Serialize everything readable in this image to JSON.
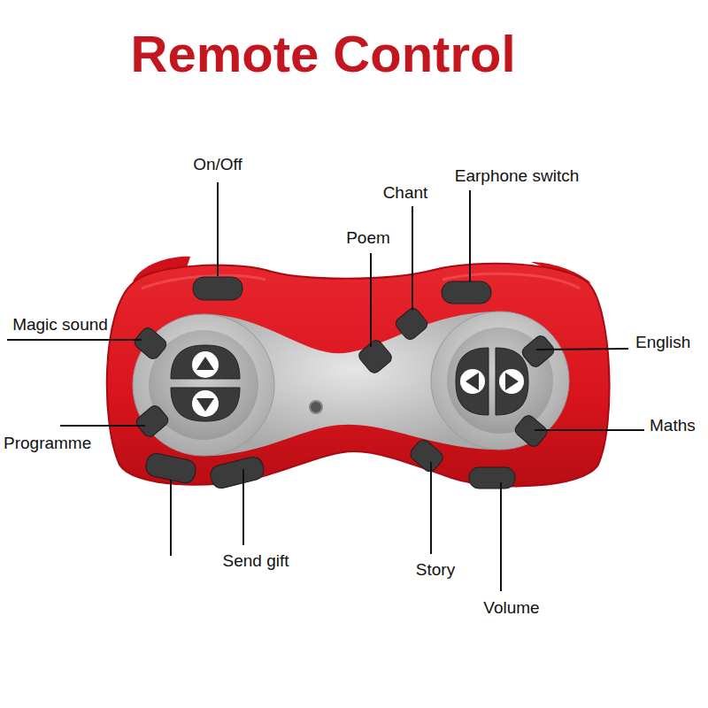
{
  "diagram": {
    "title": "Remote Control",
    "labels": [
      "On/Off",
      "Chant",
      "Earphone switch",
      "Poem",
      "Magic sound",
      "English",
      "Programme",
      "Maths",
      "Send gift",
      "Story",
      "Volume"
    ]
  }
}
